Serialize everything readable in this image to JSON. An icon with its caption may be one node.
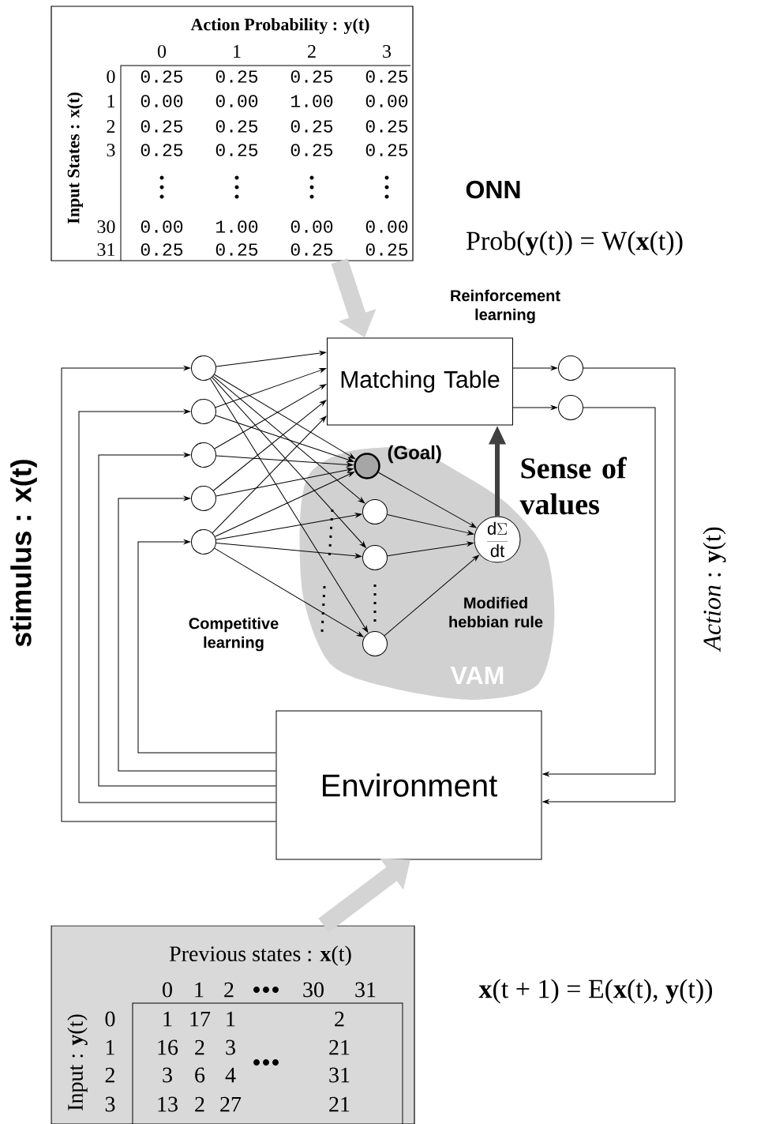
{
  "diagram": {
    "nodes": [
      {
        "text": [
          "Action Probability : y(t)",
          "Input States : x(t)"
        ]
      },
      {
        "text": [
          "Matching Table"
        ]
      },
      {
        "text": [],
        "shape": "circle"
      },
      {
        "text": [],
        "shape": "circle"
      },
      {
        "text": [],
        "shape": "circle"
      },
      {
        "text": [],
        "shape": "circle"
      },
      {
        "text": [],
        "shape": "circle"
      },
      {
        "text": [
          "VAM"
        ]
      },
      {
        "text": [],
        "shape": "circle",
        "beside": [
          "(Goal)"
        ]
      },
      {
        "text": [],
        "shape": "circle"
      },
      {
        "text": [],
        "shape": "circle"
      },
      {
        "text": [],
        "shape": "circle"
      },
      {
        "text": [
          "\\frac{\\mathrm{d}\\Sigma}{\\mathrm{dt}}"
        ]
      },
      {
        "text": [],
        "shape": "circle"
      },
      {
        "text": [],
        "shape": "circle"
      },
      {
        "text": [
          "Environment"
        ]
      },
      {
        "text": [
          "Previous states : **x**(t)",
          "Input : **y**(t)"
        ]
      }
    ],
    "edges": [
      {
        "from": 0,
        "to": 1,
        "arrow": "to",
        "style": "thick",
        "color": "#d4d4d4"
      },
      {
        "from": 2,
        "to": 1,
        "arrow": "to"
      },
      {
        "from": 3,
        "to": 1,
        "arrow": "to"
      },
      {
        "from": 4,
        "to": 1,
        "arrow": "to"
      },
      {
        "from": 5,
        "to": 1,
        "arrow": "to"
      },
      {
        "from": 6,
        "to": 1,
        "arrow": "to"
      },
      {
        "from": 2,
        "to": 8,
        "arrow": "to"
      },
      {
        "from": 2,
        "to": 9,
        "arrow": "to"
      },
      {
        "from": 2,
        "to": 10,
        "arrow": "to"
      },
      {
        "from": 2,
        "to": 11,
        "arrow": "to"
      },
      {
        "from": 3,
        "to": 8,
        "arrow": "to"
      },
      {
        "from": 4,
        "to": 8,
        "arrow": "to"
      },
      {
        "from": 5,
        "to": 8,
        "arrow": "to"
      },
      {
        "from": 6,
        "to": 8,
        "arrow": "to"
      },
      {
        "from": 6,
        "to": 9,
        "arrow": "to"
      },
      {
        "from": 6,
        "to": 10,
        "arrow": "to"
      },
      {
        "from": 6,
        "to": 11,
        "arrow": "to"
      },
      {
        "from": 8,
        "to": 12,
        "arrow": "to"
      },
      {
        "from": 9,
        "to": 12,
        "arrow": "to"
      },
      {
        "from": 10,
        "to": 12,
        "arrow": "to"
      },
      {
        "from": 11,
        "to": 12,
        "arrow": "to"
      },
      {
        "from": 12,
        "to": 1,
        "arrow": "to",
        "style": "thick",
        "color": "#404040"
      },
      {
        "from": 1,
        "to": 13,
        "arrow": "to"
      },
      {
        "from": 1,
        "to": 14,
        "arrow": "to"
      },
      {
        "from": 13,
        "to": 15,
        "arrow": "to"
      },
      {
        "from": 14,
        "to": 15,
        "arrow": "to"
      },
      {
        "from": 15,
        "to": 2,
        "arrow": "to"
      },
      {
        "from": 15,
        "to": 3,
        "arrow": "to"
      },
      {
        "from": 15,
        "to": 4,
        "arrow": "to"
      },
      {
        "from": 15,
        "to": 5,
        "arrow": "to"
      },
      {
        "from": 15,
        "to": 6,
        "arrow": "to"
      },
      {
        "from": 16,
        "to": 15,
        "arrow": "to",
        "style": "thick",
        "color": "#d4d4d4"
      }
    ],
    "labels": [
      "0",
      "1",
      "2",
      "3",
      "0",
      "0.25",
      "0.25",
      "0.25",
      "0.25",
      "1",
      "0.00",
      "0.00",
      "1.00",
      "0.00",
      "2",
      "0.25",
      "0.25",
      "0.25",
      "0.25",
      "3",
      "0.25",
      "0.25",
      "0.25",
      "0.25",
      "30",
      "0.00",
      "1.00",
      "0.00",
      "0.00",
      "31",
      "0.25",
      "0.25",
      "0.25",
      "0.25",
      "ONN",
      "Prob(**y**(t)) = W(**x**(t))",
      "Reinforcement learning",
      "Sense of values",
      "stimulus : x(t)",
      "*Action* : **y**(t)",
      "Competitive learning",
      "Modified hebbian rule",
      "0",
      "1",
      "2",
      "30",
      "31",
      "0",
      "1",
      "17",
      "1",
      "2",
      "1",
      "16",
      "2",
      "3",
      "21",
      "2",
      "3",
      "6",
      "4",
      "31",
      "3",
      "13",
      "2",
      "27",
      "21",
      "**x**(t + 1) = E(**x**(t), **y**(t))"
    ]
  }
}
